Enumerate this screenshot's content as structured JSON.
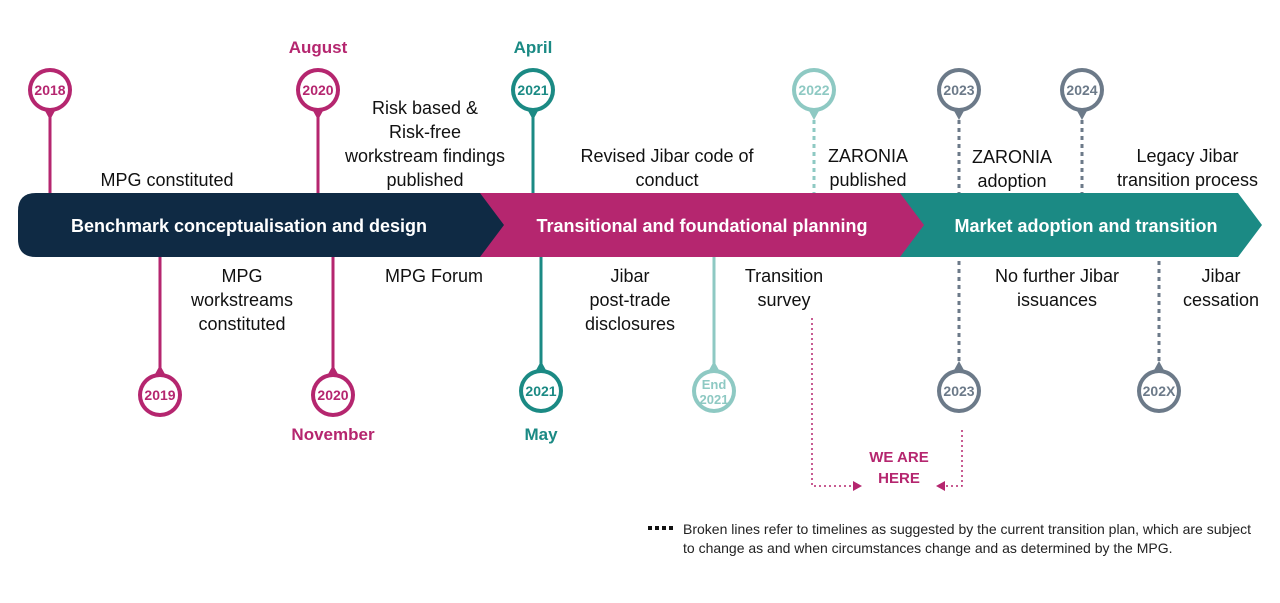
{
  "colors": {
    "navy": "#0f2a44",
    "magenta": "#b5266f",
    "teal": "#1b8a84",
    "light_teal": "#8ec9c3",
    "slate": "#6c7a89"
  },
  "phases": [
    {
      "label": "Benchmark conceptualisation and design",
      "color": "#0f2a44"
    },
    {
      "label": "Transitional and foundational planning",
      "color": "#b5266f"
    },
    {
      "label": "Market adoption and transition",
      "color": "#1b8a84"
    }
  ],
  "milestones": [
    {
      "id": "m2018",
      "year": "2018",
      "color": "#b5266f",
      "dashed": false
    },
    {
      "id": "m2020aug",
      "year": "2020",
      "month": "August",
      "color": "#b5266f",
      "dashed": false
    },
    {
      "id": "m2021apr",
      "year": "2021",
      "month": "April",
      "color": "#1b8a84",
      "dashed": false
    },
    {
      "id": "m2022",
      "year": "2022",
      "color": "#8ec9c3",
      "dashed": true
    },
    {
      "id": "m2023top",
      "year": "2023",
      "color": "#6c7a89",
      "dashed": true
    },
    {
      "id": "m2024",
      "year": "2024",
      "color": "#6c7a89",
      "dashed": true
    },
    {
      "id": "m2019",
      "year": "2019",
      "color": "#b5266f",
      "dashed": false
    },
    {
      "id": "m2020nov",
      "year": "2020",
      "month": "November",
      "color": "#b5266f",
      "dashed": false
    },
    {
      "id": "m2021may",
      "year": "2021",
      "month": "May",
      "color": "#1b8a84",
      "dashed": false
    },
    {
      "id": "mend2021",
      "year": "End\n2021",
      "color": "#8ec9c3",
      "dashed": false
    },
    {
      "id": "m2023bot",
      "year": "2023",
      "color": "#6c7a89",
      "dashed": true
    },
    {
      "id": "m202x",
      "year": "202X",
      "color": "#6c7a89",
      "dashed": true
    }
  ],
  "events": {
    "mpg_constituted": "MPG constituted",
    "risk_findings": "Risk based &\nRisk-free\nworkstream findings\npublished",
    "revised_jibar_code": "Revised Jibar code of\nconduct",
    "zaronia_published": "ZARONIA\npublished",
    "zaronia_adoption": "ZARONIA\nadoption",
    "legacy_jibar": "Legacy Jibar\ntransition process",
    "mpg_workstreams": "MPG\nworkstreams\nconstituted",
    "mpg_forum": "MPG Forum",
    "jibar_post_trade": "Jibar\npost-trade\ndisclosures",
    "transition_survey": "Transition\nsurvey",
    "no_further_jibar": "No further Jibar\nissuances",
    "jibar_cessation": "Jibar\ncessation"
  },
  "months": {
    "august": "August",
    "april": "April",
    "november": "November",
    "may": "May"
  },
  "we_are_here": "WE ARE\nHERE",
  "footnote": "Broken lines refer to timelines as suggested by the current transition plan, which are subject to change as and when circumstances change and as determined by the MPG."
}
